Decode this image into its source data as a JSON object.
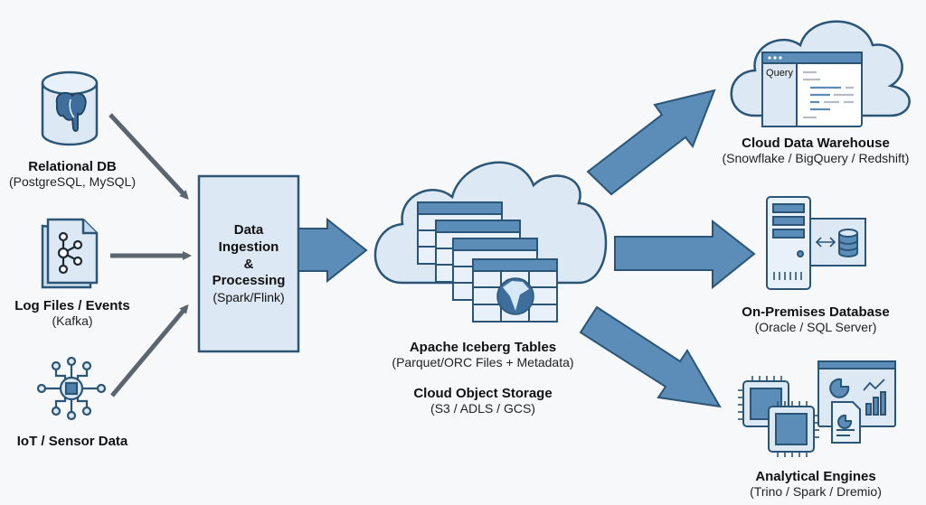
{
  "sources": [
    {
      "title": "Relational DB",
      "subtitle": "(PostgreSQL, MySQL)",
      "icon": "database-elephant-icon"
    },
    {
      "title": "Log Files / Events",
      "subtitle": "(Kafka)",
      "icon": "kafka-file-icon"
    },
    {
      "title": "IoT / Sensor Data",
      "subtitle": "",
      "icon": "iot-hub-icon"
    }
  ],
  "ingestion": {
    "line1": "Data",
    "line2": "Ingestion",
    "line3": "&",
    "line4": "Processing",
    "subtitle": "(Spark/Flink)"
  },
  "storage": {
    "tables_title": "Apache Iceberg Tables",
    "tables_subtitle": "(Parquet/ORC Files + Metadata)",
    "storage_title": "Cloud Object Storage",
    "storage_subtitle": "(S3 / ADLS / GCS)"
  },
  "targets": [
    {
      "title": "Cloud Data Warehouse",
      "subtitle": "(Snowflake / BigQuery / Redshift)",
      "icon": "cloud-query-window-icon",
      "icon_text": "Query"
    },
    {
      "title": "On-Premises Database",
      "subtitle": "(Oracle / SQL Server)",
      "icon": "server-database-icon"
    },
    {
      "title": "Analytical Engines",
      "subtitle": "(Trino / Spark / Dremio)",
      "icon": "cpu-dashboard-icon"
    }
  ],
  "colors": {
    "stroke": "#2b5576",
    "fill_light": "#dce9f4",
    "fill_mid": "#5b8db8",
    "arrow_gray": "#5a6570",
    "background": "#f7f8fa"
  }
}
